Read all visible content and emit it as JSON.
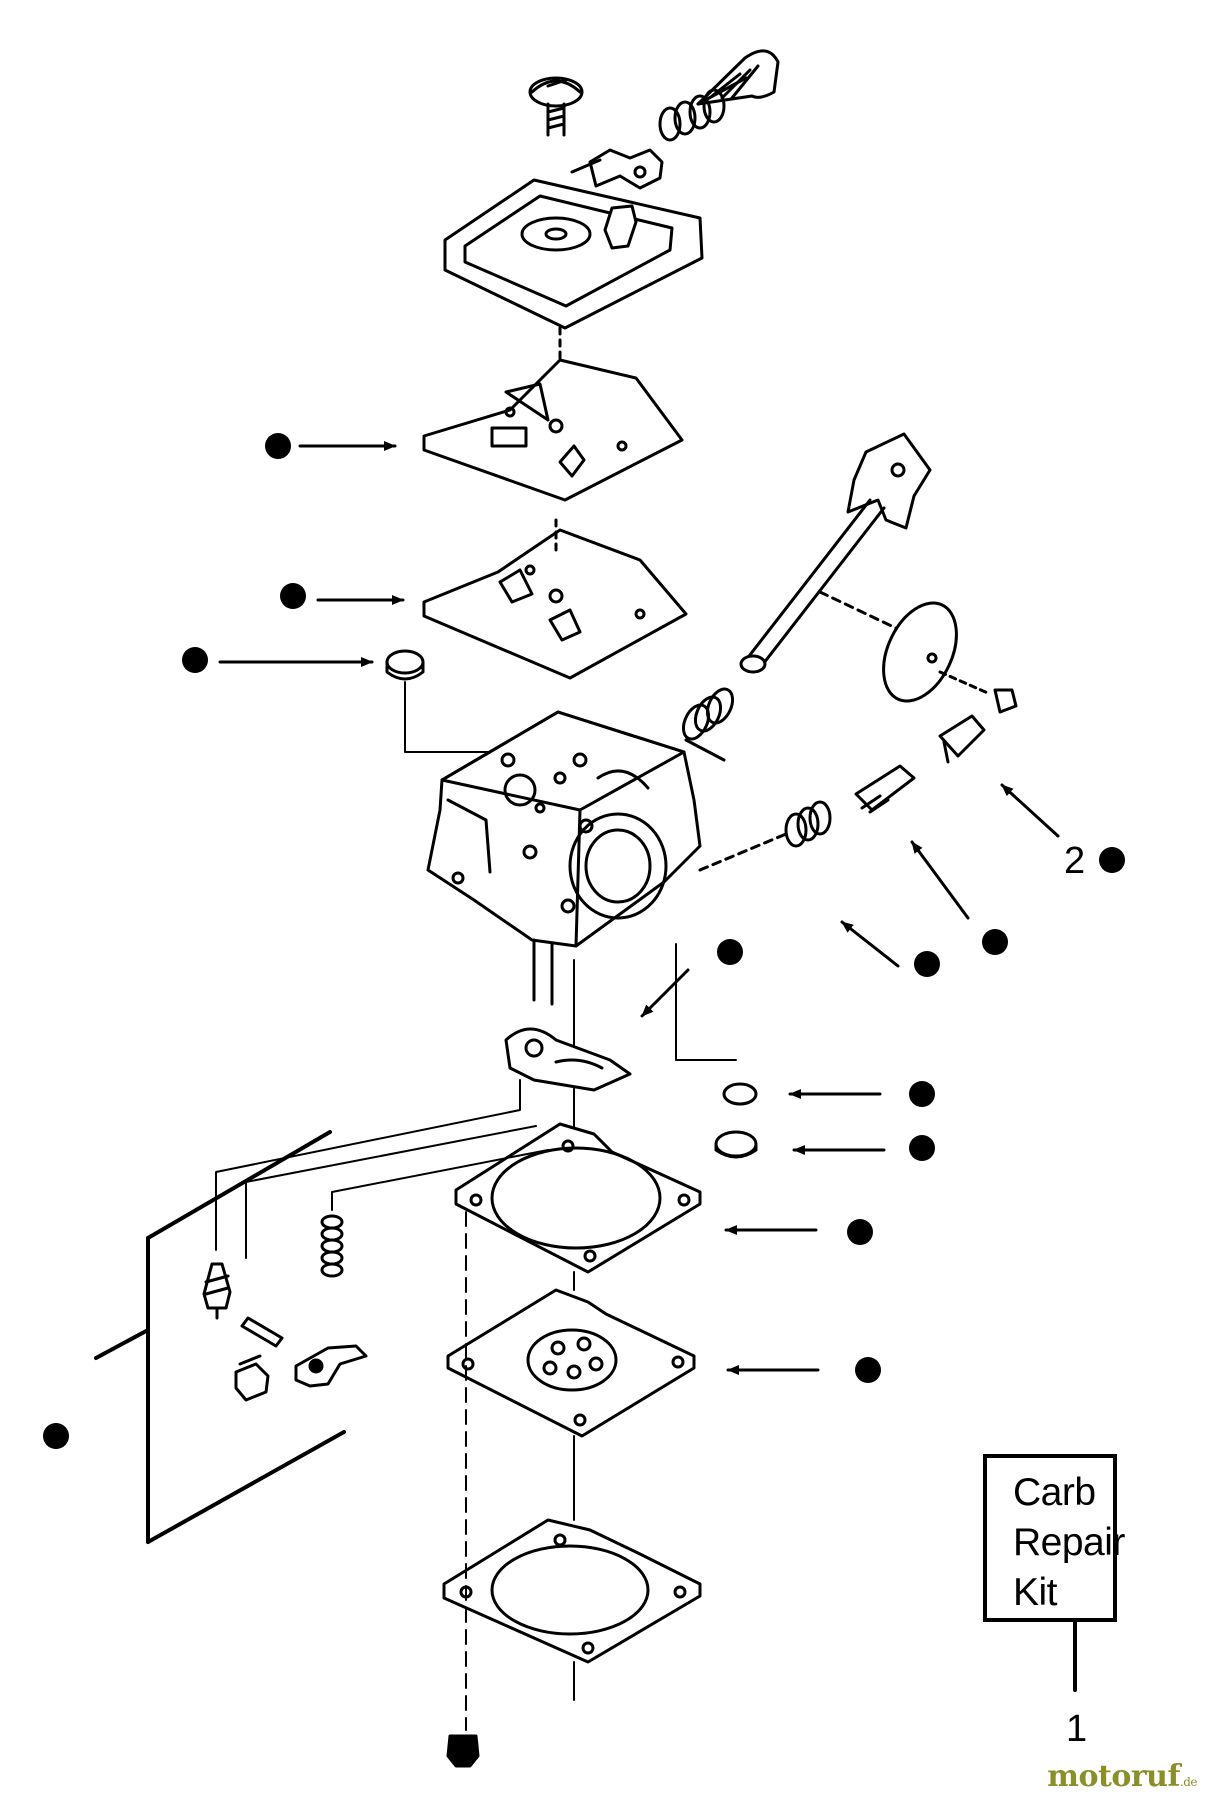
{
  "kit": {
    "lines": [
      "Carb",
      "Repair",
      "Kit"
    ],
    "ref_number": "1"
  },
  "callouts": {
    "choke_kit_number": "2"
  },
  "watermark": {
    "name": "motoruf",
    "suffix": ".de"
  },
  "colors": {
    "ink": "#000000",
    "paper": "#ffffff",
    "watermark": "#8a8f2a"
  }
}
